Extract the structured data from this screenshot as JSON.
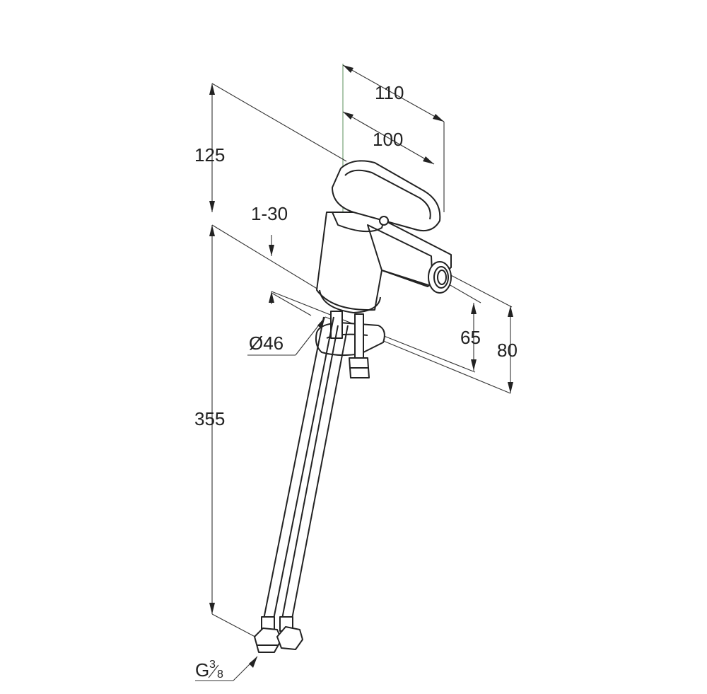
{
  "dimensions": {
    "d110": "110",
    "d100": "100",
    "d125": "125",
    "d1_30": "1-30",
    "d46": "Ø46",
    "d65": "65",
    "d80": "80",
    "d355": "355",
    "thread_prefix": "G",
    "thread_num": "3",
    "thread_den": "8"
  },
  "colors": {
    "line": "#222222",
    "centerline": "#5a8f5a"
  }
}
